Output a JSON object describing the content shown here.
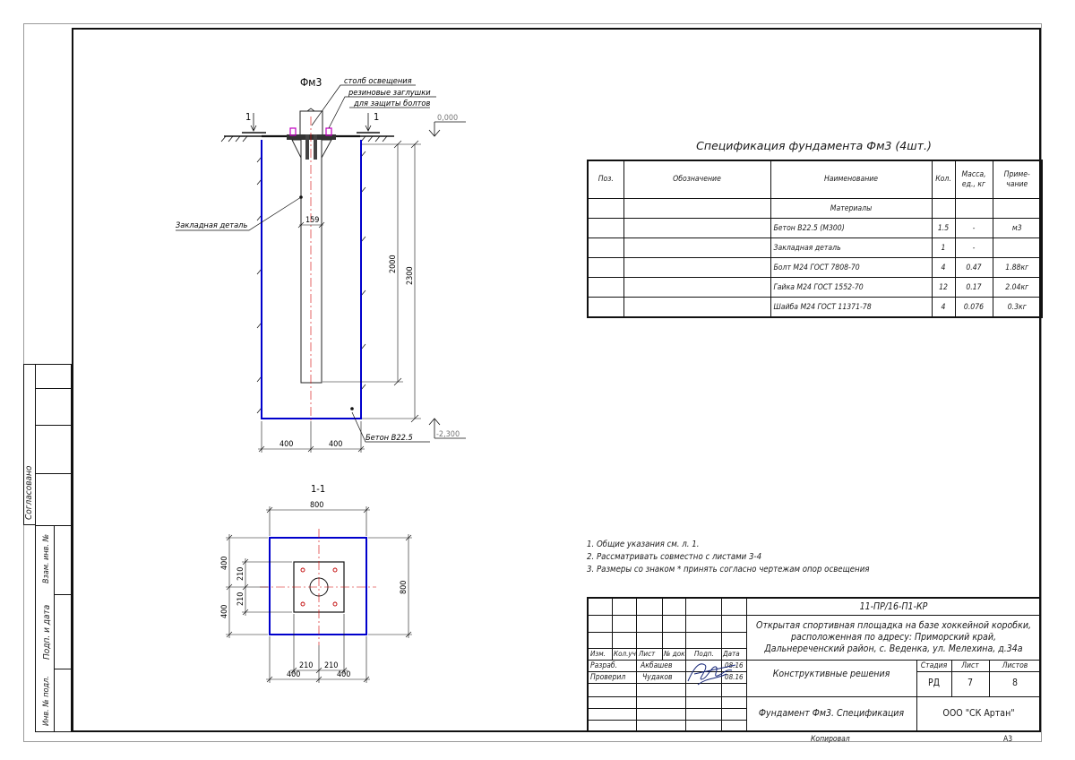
{
  "drawing": {
    "title": "Фм3",
    "labels": {
      "pole": "столб освещения",
      "rubber": "резиновые заглушки",
      "bolt_protect": "для защиты болтов",
      "embedded": "Закладная деталь",
      "concrete": "Бетон В22.5",
      "cut_mark": "1",
      "level_top": "0,000",
      "level_bottom": "-2,300",
      "dim_159": "159",
      "dim_2000": "2000",
      "dim_2300": "2300",
      "dim_400": "400"
    },
    "section": {
      "title": "1-1",
      "dim_800": "800",
      "dim_400": "400",
      "dim_210": "210"
    }
  },
  "spec": {
    "title": "Спецификация фундамента Фм3 (4шт.)",
    "headers": {
      "pos": "Поз.",
      "designation": "Обозначение",
      "name": "Наименование",
      "qty": "Кол.",
      "mass": "Масса, ед., кг",
      "note": "Приме- чание"
    },
    "section_label": "Материалы",
    "rows": [
      {
        "name": "Бетон В22.5 (М300)",
        "qty": "1.5",
        "mass": "-",
        "note": "м3"
      },
      {
        "name": "Закладная деталь",
        "qty": "1",
        "mass": "-",
        "note": ""
      },
      {
        "name": "Болт М24 ГОСТ 7808-70",
        "qty": "4",
        "mass": "0.47",
        "note": "1.88кг"
      },
      {
        "name": "Гайка М24 ГОСТ 1552-70",
        "qty": "12",
        "mass": "0.17",
        "note": "2.04кг"
      },
      {
        "name": "Шайба М24 ГОСТ 11371-78",
        "qty": "4",
        "mass": "0.076",
        "note": "0.3кг"
      }
    ]
  },
  "notes": [
    "1. Общие указания см. л. 1.",
    "2. Рассматривать совместно с листами 3-4",
    "3. Размеры со знаком * принять согласно чертежам опор освещения"
  ],
  "side_stamp": {
    "agreed": "Согласовано",
    "inv_replace": "Взам. инв. №",
    "sign_date": "Подп. и дата",
    "inv_orig": "Инв. № подл."
  },
  "title_block": {
    "code": "11-ПР/16-П1-КР",
    "object_line1": "Открытая спортивная площадка на базе хоккейной коробки,",
    "object_line2": "расположенная по адресу: Приморский край,",
    "object_line3": "Дальнереченский район, с. Веденка, ул. Мелехина, д.34а",
    "col_izm": "Изм.",
    "col_kol": "Кол.уч",
    "col_list": "Лист",
    "col_ndoc": "№ док",
    "col_sign": "Подп.",
    "col_date": "Дата",
    "role1": "Разраб.",
    "name1": "Акбашев",
    "date1": "08.16",
    "role2": "Проверил",
    "name2": "Чудаков",
    "date2": "08.16",
    "section_name": "Конструктивные решения",
    "stage_label": "Стадия",
    "sheet_label": "Лист",
    "sheets_label": "Листов",
    "stage": "РД",
    "sheet": "7",
    "sheets": "8",
    "sheet_title": "Фундамент Фм3. Спецификация",
    "org": "ООО \"СК Артан\""
  },
  "footer": {
    "copied": "Копировал",
    "format": "А3"
  },
  "colors": {
    "concrete_outline": "#0000cc",
    "axis": "#d40000",
    "bolt": "#c000c0",
    "signature": "#1a2a7a"
  }
}
